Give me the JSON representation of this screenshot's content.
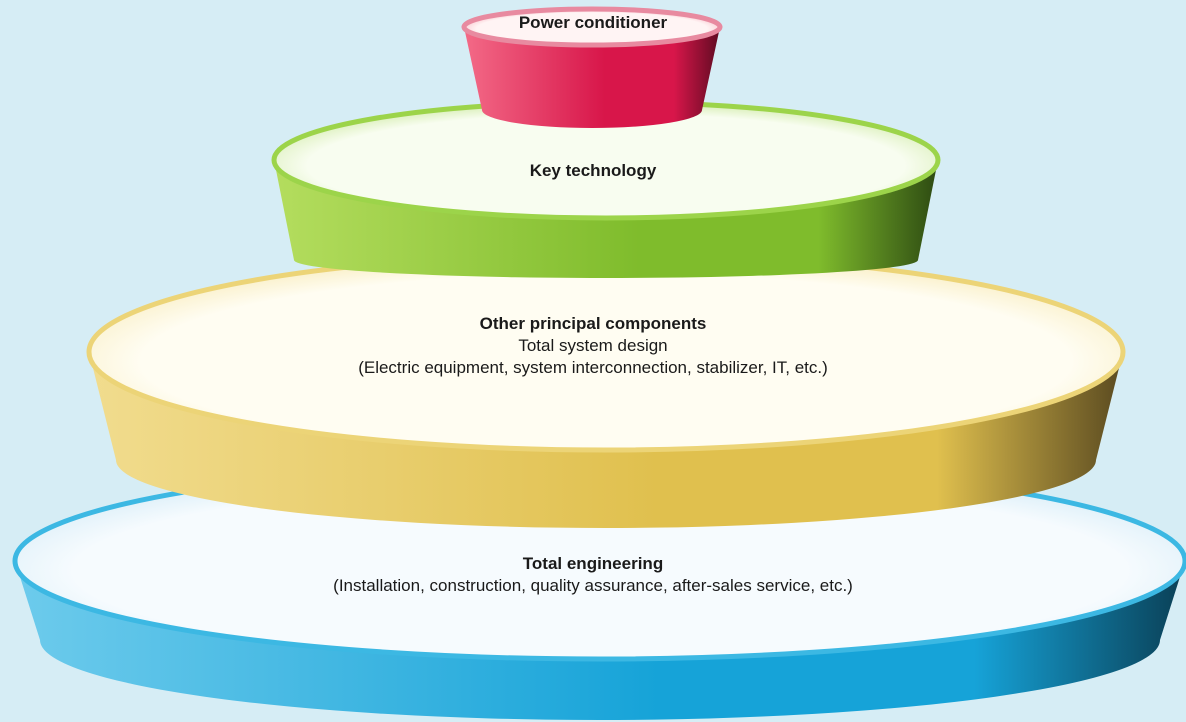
{
  "tiers": [
    {
      "id": "power-conditioner",
      "title": "Power conditioner",
      "colors": {
        "top_center": "#fff4f4",
        "top_edge": "#f49aaa",
        "rim": "#e88aa0",
        "side_light": "#f36a87",
        "side_mid": "#d8164a",
        "side_dark": "#5f0b22"
      }
    },
    {
      "id": "key-technology",
      "title": "Key technology",
      "colors": {
        "top_center": "#f8fdf0",
        "top_edge": "#c9e79a",
        "rim": "#9cd44a",
        "side_light": "#b4dd5e",
        "side_mid": "#7fbc2c",
        "side_dark": "#2d4a12"
      }
    },
    {
      "id": "other-principal-components",
      "title": "Other principal components",
      "lines": [
        "Total system design",
        "(Electric equipment, system interconnection, stabilizer, IT, etc.)"
      ],
      "colors": {
        "top_center": "#fffdf2",
        "top_edge": "#f7e9b4",
        "rim": "#ecd477",
        "side_light": "#f1dc8e",
        "side_mid": "#e0c04e",
        "side_dark": "#5a4a20"
      }
    },
    {
      "id": "total-engineering",
      "title": "Total engineering",
      "lines": [
        "(Installation, construction, quality assurance, after-sales service, etc.)"
      ],
      "colors": {
        "top_center": "#f6fbfe",
        "top_edge": "#cfe9f6",
        "rim": "#3cb8e3",
        "side_light": "#6dcbec",
        "side_mid": "#16a3d8",
        "side_dark": "#0a3f55"
      }
    }
  ]
}
